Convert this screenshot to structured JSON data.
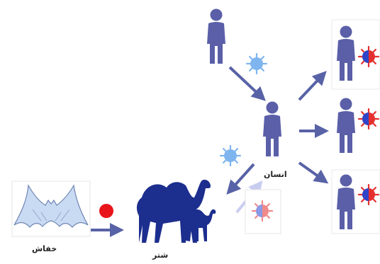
{
  "labels": {
    "bat": "خفاش",
    "camel": "شتر",
    "human": "انسان"
  },
  "icons": {
    "bat": "bat-icon",
    "camels": "camel-icon",
    "person": "person-icon",
    "virus": "virus-icon",
    "infected_person": "infected-person-icon"
  },
  "colors": {
    "person": "#5a5fa8",
    "camel": "#1c2e8e",
    "arrow": "#5862a6",
    "arrow_light": "#c8cdf0",
    "bat_wing": "#c9daf3",
    "virus_light_blue": "#7fb5ee",
    "virus_red": "#e53030",
    "virus_mixed_blue": "#2f45c8",
    "red_dot": "#e8151b"
  }
}
